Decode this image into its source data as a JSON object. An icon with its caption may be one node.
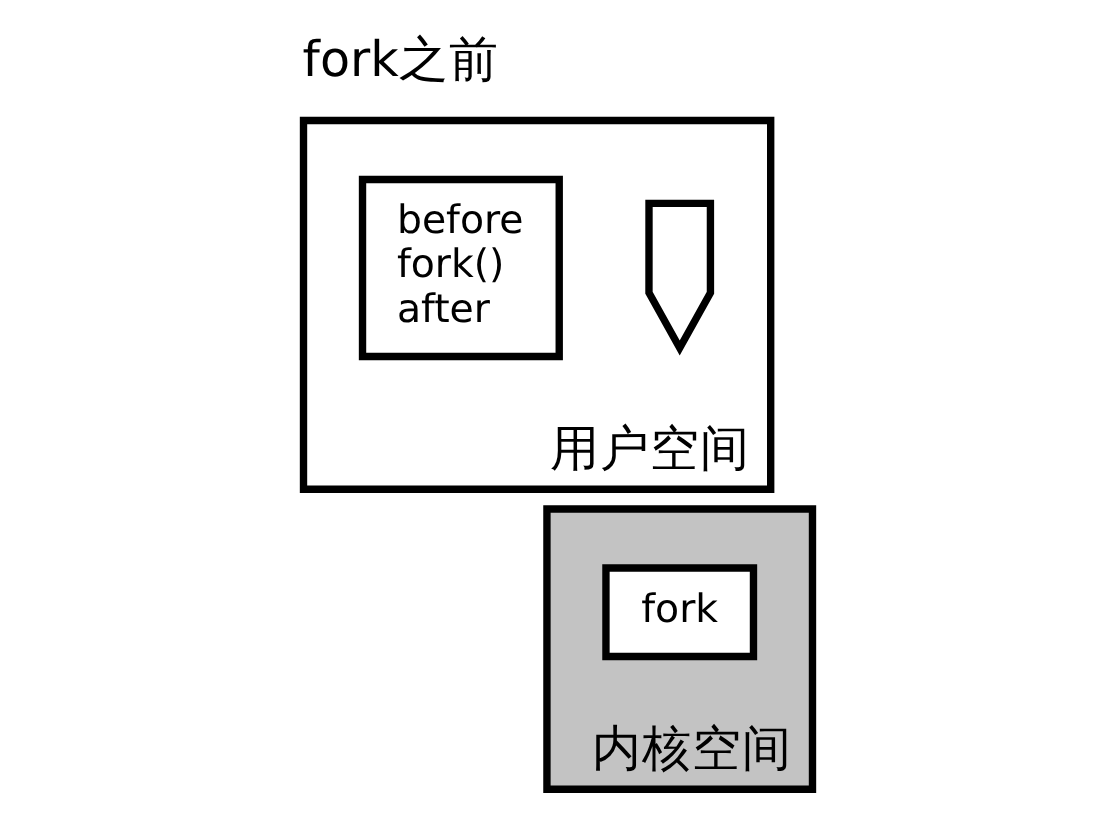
{
  "diagram": {
    "title": "fork之前",
    "nodes": [
      {
        "text": [
          "用户空间"
        ]
      },
      {
        "text": [],
        "shape": "arrow",
        "in": 0
      },
      {
        "text": [
          "before",
          "fork()",
          "after"
        ],
        "in": 0
      },
      {
        "text": [
          "内核空间"
        ]
      },
      {
        "text": [
          "fork"
        ],
        "in": 3
      }
    ],
    "edges": []
  }
}
